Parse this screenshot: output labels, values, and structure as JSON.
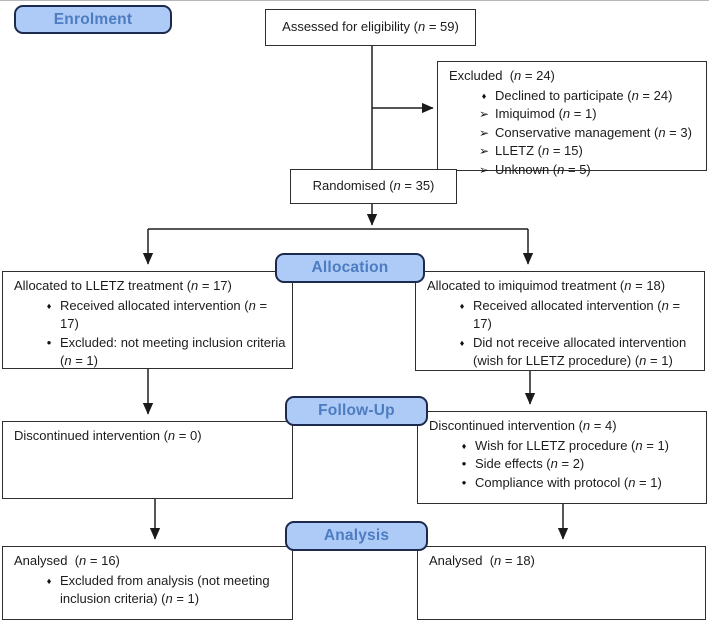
{
  "diagram": {
    "type": "consort-flow-diagram",
    "colors": {
      "stage_label_fill": "#aecbf7",
      "stage_label_border": "#1c2b4d",
      "stage_label_text": "#4d7cc0",
      "box_border": "#2e2e2e",
      "connector": "#1f1f1f"
    },
    "stage_labels": {
      "enrolment": "Enrolment",
      "allocation": "Allocation",
      "followup": "Follow-Up",
      "analysis": "Analysis"
    },
    "boxes": {
      "assessed": {
        "title": "Assessed for eligibility (n = 59)"
      },
      "excluded": {
        "title": "Excluded  (n = 24)",
        "items": [
          {
            "bullet": "diamond",
            "text": "Declined to participate (n = 24)"
          },
          {
            "bullet": "arrow",
            "text": "Imiquimod (n = 1)"
          },
          {
            "bullet": "arrow",
            "text": "Conservative management (n = 3)"
          },
          {
            "bullet": "arrow",
            "text": "LLETZ (n = 15)"
          },
          {
            "bullet": "arrow",
            "text": "Unknown (n = 5)"
          }
        ]
      },
      "randomised": {
        "title": "Randomised (n = 35)"
      },
      "alloc_left": {
        "title": "Allocated to LLETZ treatment (n = 17)",
        "items": [
          {
            "bullet": "diamond",
            "text": "Received allocated intervention (n = 17)"
          },
          {
            "bullet": "dot",
            "text": "Excluded: not meeting inclusion criteria (n = 1)"
          }
        ]
      },
      "alloc_right": {
        "title": "Allocated to imiquimod treatment (n = 18)",
        "items": [
          {
            "bullet": "diamond",
            "text": "Received allocated intervention (n = 17)"
          },
          {
            "bullet": "diamond",
            "text": "Did not receive allocated intervention (wish for LLETZ procedure) (n = 1)"
          }
        ]
      },
      "fu_left": {
        "title": "Discontinued intervention (n = 0)"
      },
      "fu_right": {
        "title": "Discontinued intervention (n = 4)",
        "items": [
          {
            "bullet": "diamond",
            "text": "Wish for LLETZ procedure (n = 1)"
          },
          {
            "bullet": "dot",
            "text": "Side effects (n = 2)"
          },
          {
            "bullet": "dot",
            "text": "Compliance with protocol (n = 1)"
          }
        ]
      },
      "an_left": {
        "title": "Analysed  (n = 16)",
        "items": [
          {
            "bullet": "diamond",
            "text": "Excluded from analysis (not meeting inclusion criteria) (n = 1)"
          }
        ]
      },
      "an_right": {
        "title": "Analysed  (n = 18)"
      }
    }
  }
}
